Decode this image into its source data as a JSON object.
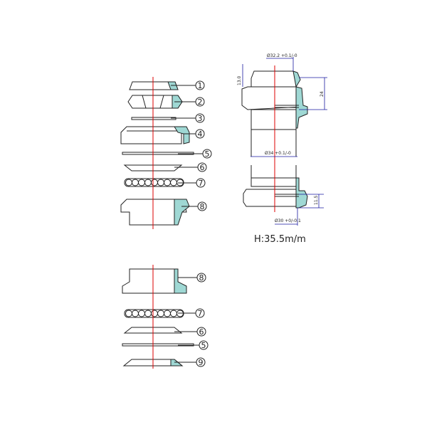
{
  "callouts_upper": [
    "1",
    "2",
    "3",
    "4",
    "5",
    "6",
    "7",
    "8"
  ],
  "callouts_lower": [
    "8",
    "7",
    "6",
    "5",
    "9"
  ],
  "dimensions": {
    "top_bore": "Ø32.2 +0.1/-0",
    "stack_top": "13.0",
    "upper_height": "24",
    "cup_diameter": "Ø34 +0.1/-0",
    "lower_height": "11.5",
    "crown_race": "Ø30 +0/-0.1"
  },
  "stack_height_label": "H:35.5m/m",
  "colors": {
    "section": "#9fd8d4",
    "centerline": "#dd0000",
    "dimension": "#1a1aa0"
  }
}
